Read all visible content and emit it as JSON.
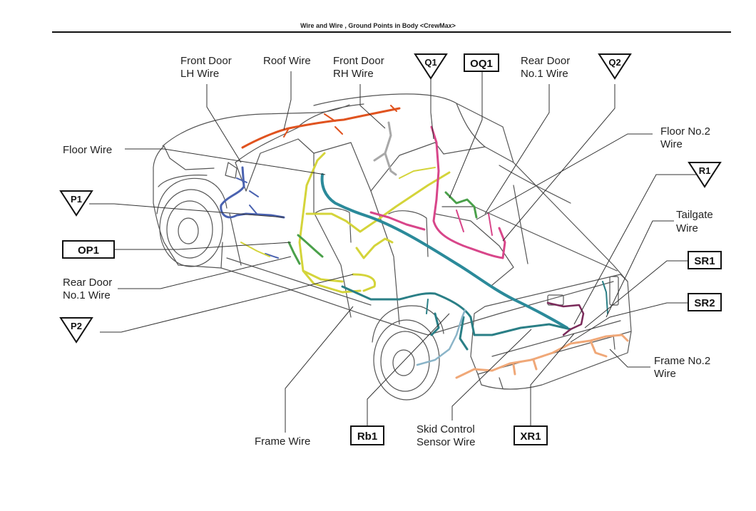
{
  "header": {
    "title": "Wire and Wire , Ground Points in Body <CrewMax>"
  },
  "labels": {
    "front_door_lh": [
      "Front Door",
      "LH Wire"
    ],
    "roof": [
      "Roof Wire"
    ],
    "front_door_rh": [
      "Front Door",
      "RH Wire"
    ],
    "rear_door_no1_top": [
      "Rear Door",
      "No.1 Wire"
    ],
    "floor_no2": [
      "Floor No.2",
      "Wire"
    ],
    "floor": [
      "Floor Wire"
    ],
    "tailgate": [
      "Tailgate",
      "Wire"
    ],
    "rear_door_no1_left": [
      "Rear Door",
      "No.1 Wire"
    ],
    "frame_no2": [
      "Frame No.2",
      "Wire"
    ],
    "frame": [
      "Frame Wire"
    ],
    "skid_control": [
      "Skid Control",
      "Sensor Wire"
    ]
  },
  "ground_points": {
    "q1": "Q1",
    "q2": "Q2",
    "r1": "R1",
    "p1": "P1",
    "p2": "P2"
  },
  "connectors": {
    "oq1": "OQ1",
    "op1": "OP1",
    "sr1": "SR1",
    "sr2": "SR2",
    "rb1": "Rb1",
    "xr1": "XR1"
  },
  "wire_colors": {
    "roof": "#e0531f",
    "floor": "#d4d43a",
    "front_door_lh": "#4a62b0",
    "front_door_rh": "#b0b0b0",
    "floor_no2": "#2b8a9a",
    "rear_door_green": "#4aa04a",
    "pink": "#d8468a",
    "frame": "#2a7f86",
    "frame_no2": "#f0a878",
    "tailgate": "#7a2a5a",
    "skid_control": "#8ab4c8"
  }
}
